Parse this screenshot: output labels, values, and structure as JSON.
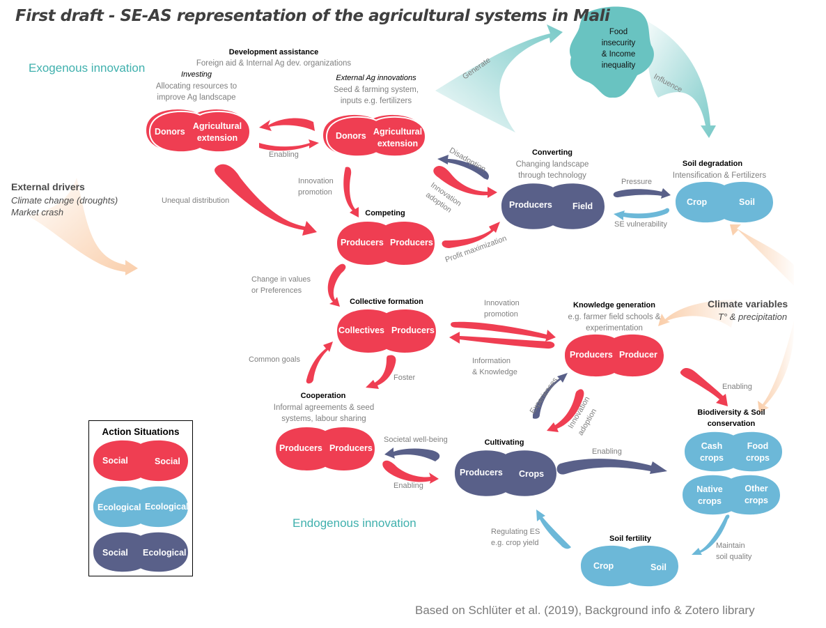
{
  "title": "First draft - SE-AS representation of the agricultural systems in Mali",
  "colors": {
    "social": "#ef3e52",
    "ecological": "#6cb8d8",
    "social_ecological": "#596089",
    "teal": "#69c3c1",
    "teal_text": "#3fb0ad",
    "orange": "#f9c8a0",
    "grey_text": "#7f7f7f"
  },
  "labels": {
    "exogenous": "Exogenous innovation",
    "endogenous": "Endogenous innovation",
    "credit": "Based on Schlüter et al. (2019), Background info & Zotero library"
  },
  "external_drivers": {
    "heading": "External drivers",
    "line1": "Climate change (droughts)",
    "line2": "Market crash"
  },
  "climate_variables": {
    "heading": "Climate variables",
    "subtitle": "T° & precipitation"
  },
  "food_insecurity": {
    "line1": "Food",
    "line2": "insecurity",
    "line3": "& Income",
    "line4": "inequality"
  },
  "development_assistance": {
    "heading": "Development assistance",
    "subtitle": "Foreign aid & Internal Ag dev. organizations"
  },
  "action_situations": {
    "investing": {
      "heading": "Investing",
      "sub1": "Allocating resources to",
      "sub2": "improve Ag landscape",
      "left": "Donors",
      "right1": "Agricultural",
      "right2": "extension"
    },
    "external_ag": {
      "heading": "External Ag innovations",
      "sub1": "Seed & farming system,",
      "sub2": "inputs e.g. fertilizers",
      "left": "Donors",
      "right1": "Agricultural",
      "right2": "extension"
    },
    "competing": {
      "heading": "Competing",
      "left": "Producers",
      "right": "Producers"
    },
    "converting": {
      "heading": "Converting",
      "sub1": "Changing landscape",
      "sub2": "through technology",
      "left": "Producers",
      "right": "Field"
    },
    "soil_degradation": {
      "heading": "Soil degradation",
      "sub1": "Intensification & Fertilizers",
      "left": "Crop",
      "right": "Soil"
    },
    "collective_formation": {
      "heading": "Collective formation",
      "left": "Collectives",
      "right": "Producers"
    },
    "knowledge_generation": {
      "heading": "Knowledge generation",
      "sub1": "e.g. farmer field schools &",
      "sub2": "experimentation",
      "left": "Producers",
      "right": "Producer"
    },
    "cooperation": {
      "heading": "Cooperation",
      "sub1": "Informal agreements & seed",
      "sub2": "systems, labour sharing",
      "left": "Producers",
      "right": "Producers"
    },
    "cultivating": {
      "heading": "Cultivating",
      "left": "Producers",
      "right": "Crops"
    },
    "biodiversity": {
      "heading1": "Biodiversity  & Soil",
      "heading2": "conservation",
      "top_left1": "Cash",
      "top_left2": "crops",
      "top_right1": "Food",
      "top_right2": "crops",
      "bot_left1": "Native",
      "bot_left2": "crops",
      "bot_right1": "Other",
      "bot_right2": "crops"
    },
    "soil_fertility": {
      "heading": "Soil fertility",
      "left": "Crop",
      "right": "Soil"
    }
  },
  "arrows": {
    "generate": "Generate",
    "influence": "Influence",
    "enabling_top": "Enabling",
    "unequal": "Unequal distribution",
    "innovation_promotion_1a": "Innovation",
    "innovation_promotion_1b": "promotion",
    "disadoption": "Disadoption",
    "innovation_adoption_1a": "Innovation",
    "innovation_adoption_1b": "adoption",
    "profit": "Profit maximization",
    "pressure": "Pressure",
    "se_vulnerability": "SE vulnerability",
    "change_values_a": "Change in values",
    "change_values_b": "or Preferences",
    "innovation_promotion_2a": "Innovation",
    "innovation_promotion_2b": "promotion",
    "information_a": "Information",
    "information_b": "& Knowledge",
    "common_goals": "Common goals",
    "foster": "Foster",
    "experiences": "Experiences",
    "innovation_adoption_2a": "Innovation",
    "innovation_adoption_2b": "adoption",
    "enabling_knowledge": "Enabling",
    "societal": "Societal well-being",
    "enabling_coop": "Enabling",
    "enabling_cult": "Enabling",
    "regulating_a": "Regulating ES",
    "regulating_b": "e.g. crop yield",
    "maintain_a": "Maintain",
    "maintain_b": "soil quality"
  },
  "legend": {
    "title": "Action Situations",
    "items": [
      {
        "left": "Social",
        "right": "Social",
        "type": "social"
      },
      {
        "left": "Ecological",
        "right": "Ecological",
        "type": "ecological"
      },
      {
        "left": "Social",
        "right": "Ecological",
        "type": "social_ecological"
      }
    ]
  }
}
